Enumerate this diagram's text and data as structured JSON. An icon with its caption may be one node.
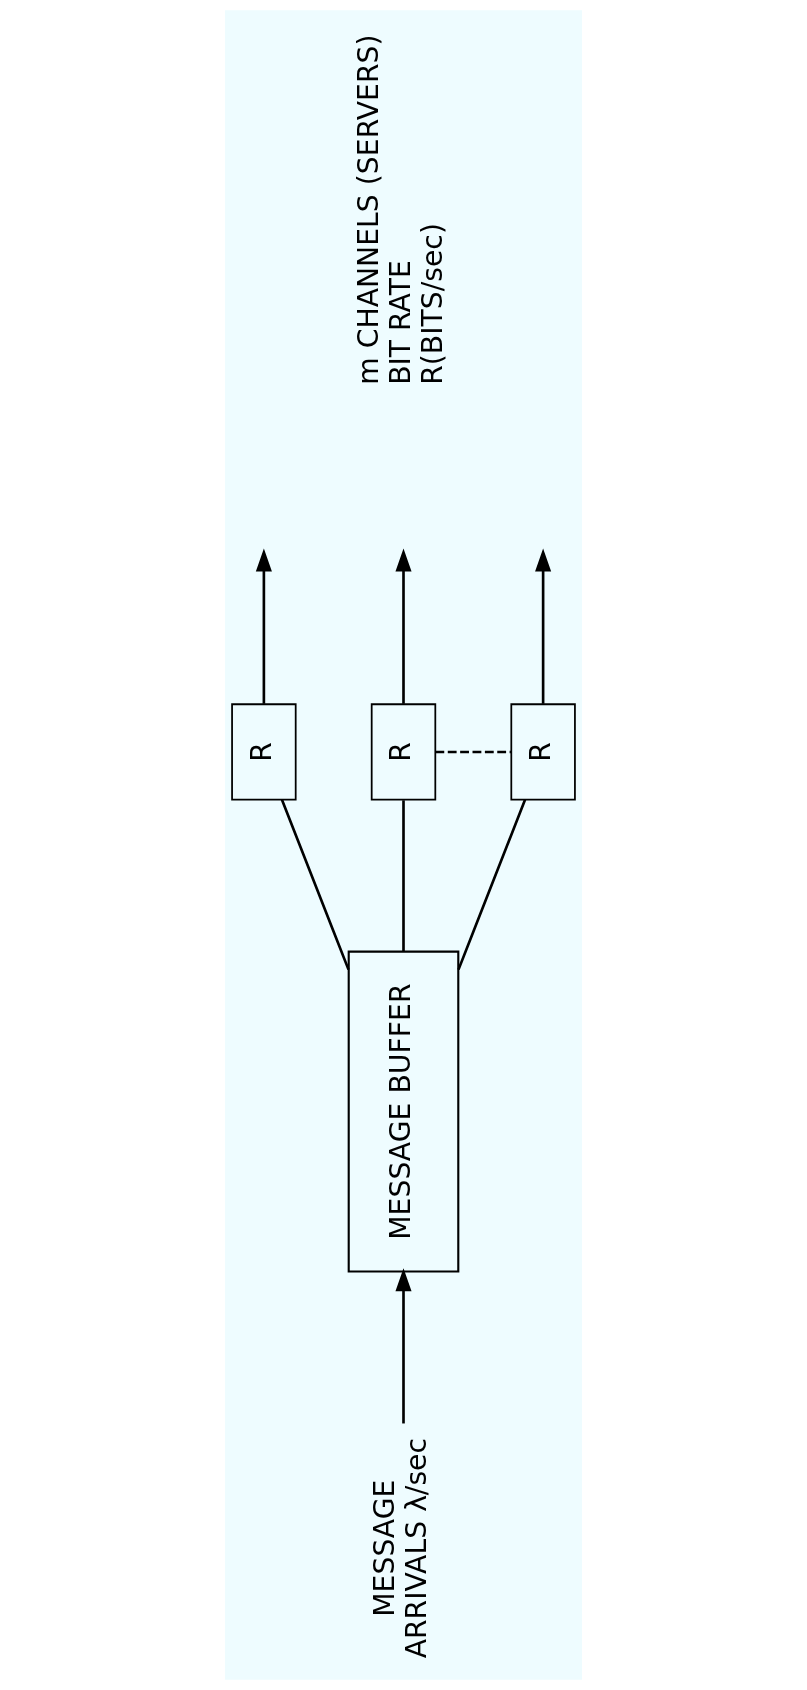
{
  "diagram": {
    "nodes": [
      {
        "text": [
          "MESSAGE BUFFER"
        ]
      },
      {
        "text": [
          "R"
        ]
      },
      {
        "text": [
          "R"
        ]
      },
      {
        "text": [
          "R"
        ]
      },
      {
        "text": [
          "MESSAGE",
          "ARRIVALS λ/sec"
        ]
      }
    ],
    "edges": [
      {
        "from": 4,
        "to": 0,
        "arrow": "to"
      },
      {
        "from": 0,
        "to": 1,
        "arrow": "none"
      },
      {
        "from": 0,
        "to": 2,
        "arrow": "none"
      },
      {
        "from": 0,
        "to": 3,
        "arrow": "none"
      },
      {
        "from": 1,
        "to": null,
        "arrow": "to"
      },
      {
        "from": 2,
        "to": null,
        "arrow": "to"
      },
      {
        "from": 3,
        "to": null,
        "arrow": "to"
      },
      {
        "from": 2,
        "to": 3,
        "arrow": "none",
        "style": "dashed"
      }
    ],
    "labels": [
      "m CHANNELS (SERVERS)",
      "BIT RATE",
      "R(BITS/sec)"
    ]
  }
}
